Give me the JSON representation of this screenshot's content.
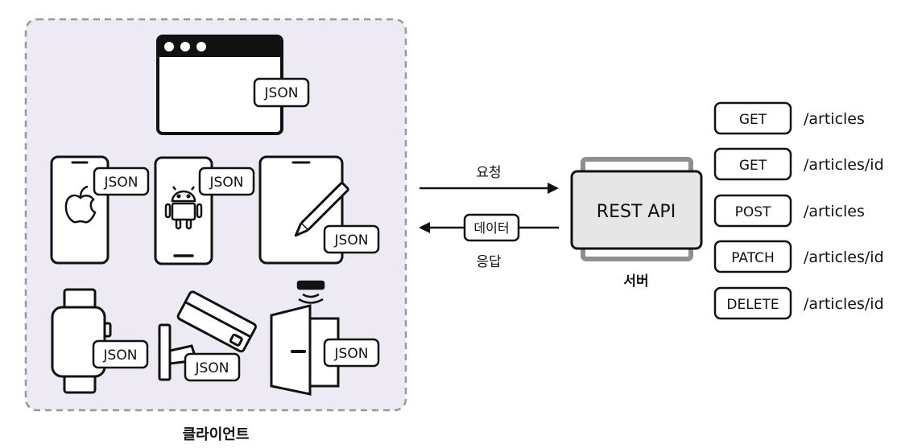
{
  "client": {
    "label": "클라이언트"
  },
  "json_badges": {
    "browser": "JSON",
    "iphone": "JSON",
    "android": "JSON",
    "tablet": "JSON",
    "watch": "JSON",
    "camera": "JSON",
    "door": "JSON"
  },
  "flow": {
    "request_label": "요청",
    "response_label": "응답",
    "data_label": "데이터"
  },
  "server": {
    "title": "REST API",
    "label": "서버"
  },
  "endpoints": [
    {
      "method": "GET",
      "path": "/articles"
    },
    {
      "method": "GET",
      "path": "/articles/id"
    },
    {
      "method": "POST",
      "path": "/articles"
    },
    {
      "method": "PATCH",
      "path": "/articles/id"
    },
    {
      "method": "DELETE",
      "path": "/articles/id"
    }
  ],
  "colors": {
    "client_fill": "#eeeaf3",
    "client_border": "#9a96a0",
    "server_fill": "#e6e6e6",
    "server_back": "#8f8f8f",
    "ink": "#111111"
  }
}
